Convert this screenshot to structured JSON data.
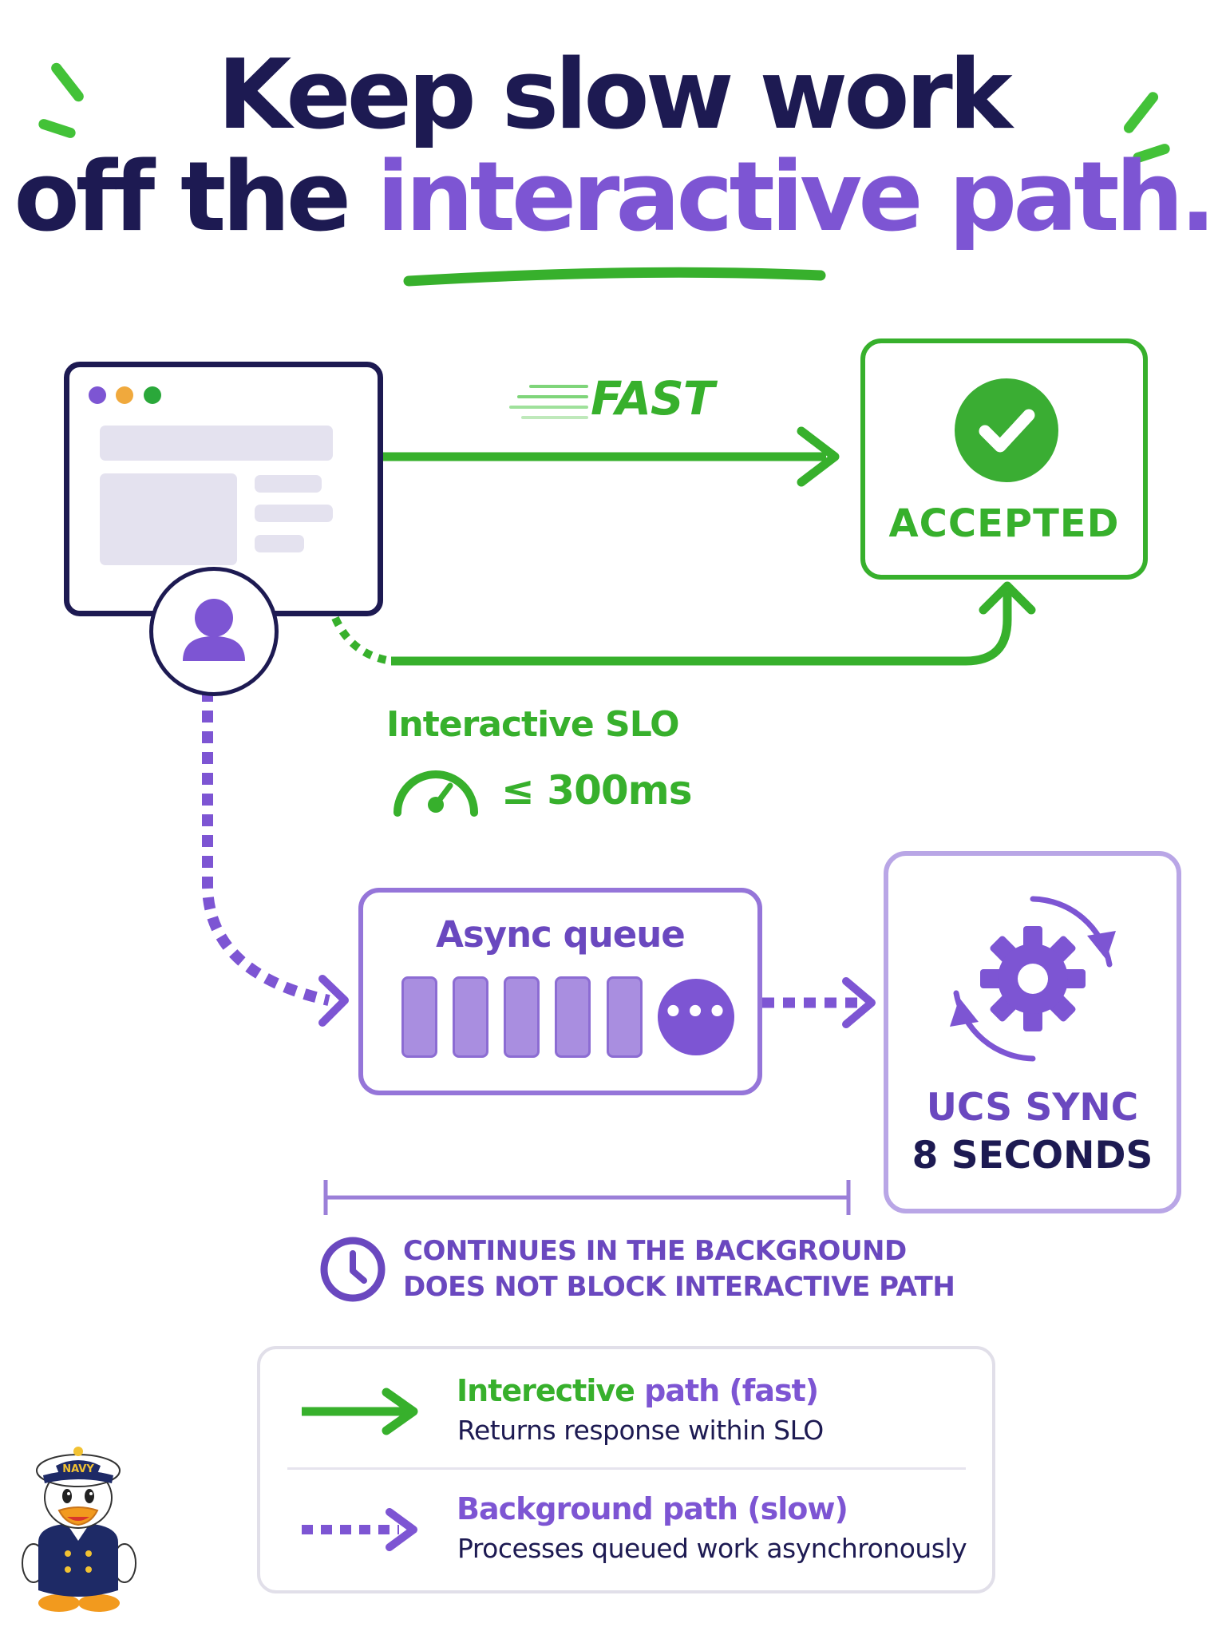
{
  "headline": {
    "line1": "Keep slow work",
    "line2_plain": "off the ",
    "line2_highlight": "interactive path."
  },
  "fast_path": {
    "label": "FAST",
    "status": "ACCEPTED"
  },
  "slo": {
    "title": "Interactive SLO",
    "value": "≤ 300ms"
  },
  "queue": {
    "title": "Async queue",
    "slot_count": 5,
    "more_icon": "ellipsis-icon"
  },
  "sync": {
    "line1": "UCS SYNC",
    "line2": "8 SECONDS"
  },
  "background_note": {
    "line1": "CONTINUES IN THE BACKGROUND",
    "line2": "DOES NOT BLOCK INTERACTIVE PATH"
  },
  "legend": {
    "fast_title_green": "Interective",
    "fast_title_rest": " path (fast)",
    "fast_desc": "Returns response within SLO",
    "slow_title": "Background path (slow)",
    "slow_desc": "Processes queued work asynchronously"
  },
  "mascot": {
    "hat_text": "NAVY"
  },
  "colors": {
    "navy": "#1d1a52",
    "green": "#37b02c",
    "purple": "#7d55d3",
    "light_purple": "#b9a6e6"
  }
}
